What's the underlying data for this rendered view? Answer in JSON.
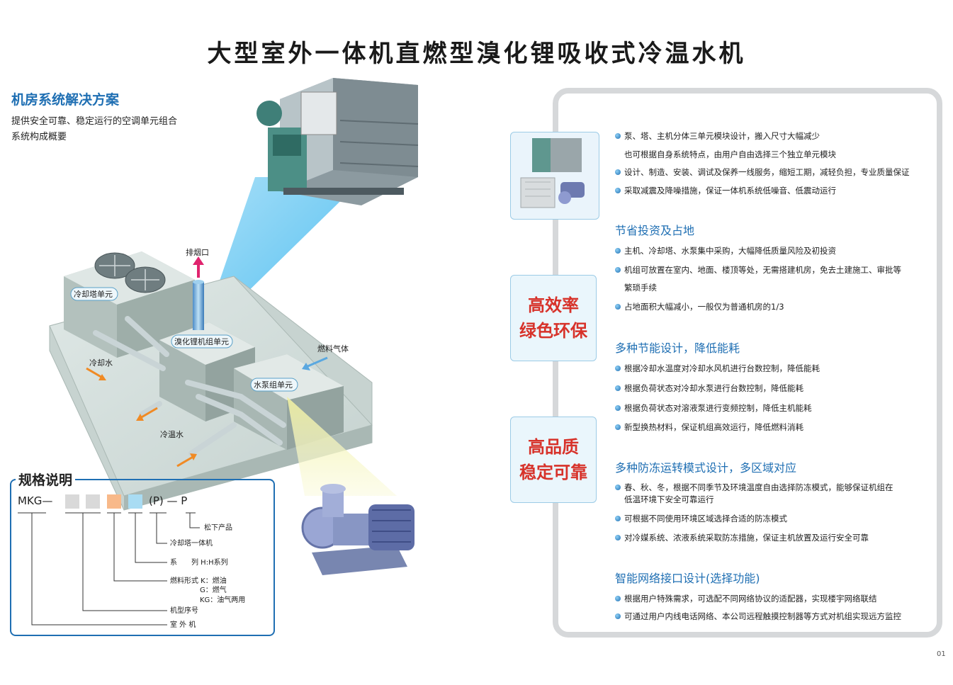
{
  "title": "大型室外一体机直燃型溴化锂吸收式冷温水机",
  "left": {
    "heading": "机房系统解决方案",
    "sub1": "提供安全可靠、稳定运行的空调单元组合",
    "sub2": "系统构成概要"
  },
  "diagram": {
    "exhaust": "排烟口",
    "cooling_tower": "冷却塔单元",
    "libr_unit": "溴化锂机组单元",
    "fuel_gas": "燃料气体",
    "cooling_water": "冷却水",
    "pump_unit": "水泵组单元",
    "chilled_water": "冷温水"
  },
  "spec": {
    "title": "规格说明",
    "prefix": "MKG—",
    "suffix": "(P) — P",
    "colors": {
      "gray": "#d9d9d9",
      "orange": "#f8b98a",
      "blue": "#a9dcf3"
    },
    "items": [
      "松下产品",
      "冷却塔一体机",
      "系　　列  H:H系列",
      "燃料形式  K：燃油",
      "G：燃气",
      "KG：油气两用",
      "机型序号",
      "室  外  机"
    ]
  },
  "badges": [
    {
      "line1": "高效率",
      "line2": "绿色环保"
    },
    {
      "line1": "高品质",
      "line2": "稳定可靠"
    }
  ],
  "right": {
    "intro": [
      "泵、塔、主机分体三单元模块设计，搬入尺寸大幅减少",
      "也可根据自身系统特点，由用户自由选择三个独立单元模块",
      "设计、制造、安装、调试及保养一线服务，缩短工期，减轻负担，专业质量保证",
      "采取减震及降噪措施，保证一体机系统低噪音、低震动运行"
    ],
    "sec1": {
      "heading": "节省投资及占地",
      "items": [
        "主机、冷却塔、水泵集中采购，大幅降低质量风险及初投资",
        "机组可放置在室内、地面、楼顶等处，无需搭建机房，免去土建施工、审批等",
        "繁琐手续",
        "占地面积大幅减小，一般仅为普通机房的1/3"
      ]
    },
    "sec2": {
      "heading": "多种节能设计，降低能耗",
      "items": [
        "根据冷却水温度对冷却水风机进行台数控制，降低能耗",
        "根据负荷状态对冷却水泵进行台数控制，降低能耗",
        "根据负荷状态对溶液泵进行变频控制，降低主机能耗",
        "新型换热材料，保证机组高效运行，降低燃料消耗"
      ]
    },
    "sec3": {
      "heading": "多种防冻运转模式设计，多区域对应",
      "items": [
        "春、秋、冬，根据不同季节及环境温度自由选择防冻模式，能够保证机组在",
        "低温环境下安全可靠运行",
        "可根据不同使用环境区域选择合适的防冻模式",
        "对冷媒系统、浓液系统采取防冻措施，保证主机放置及运行安全可靠"
      ]
    },
    "sec4": {
      "heading": "智能网络接口设计(选择功能)",
      "items": [
        "根据用户特殊需求，可选配不同网络协议的适配器，实现楼宇网络联结",
        "可通过用户内线电话网络、本公司远程触摸控制器等方式对机组实现远方监控"
      ]
    }
  },
  "page_number": "01"
}
